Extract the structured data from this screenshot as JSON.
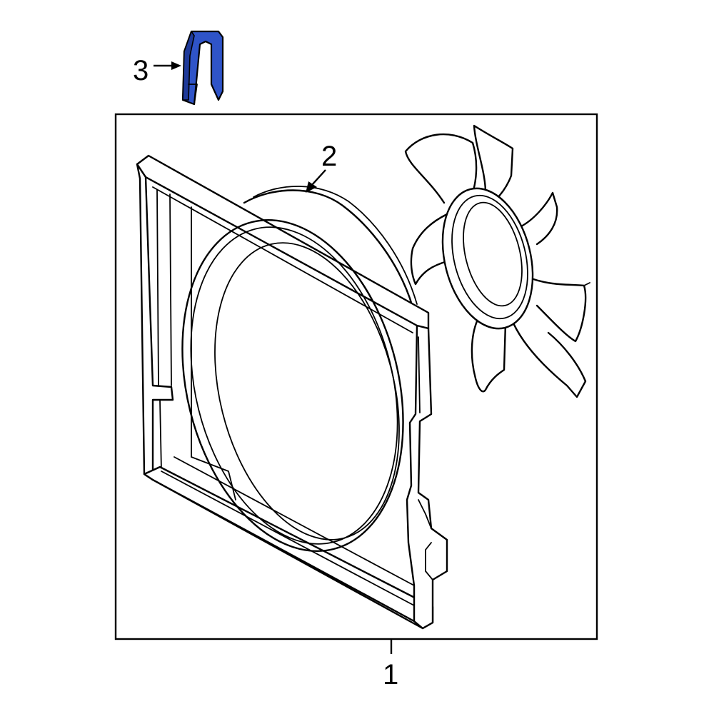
{
  "callouts": {
    "part1": "1",
    "part2": "2",
    "part3": "3"
  },
  "colors": {
    "line": "#000000",
    "background": "#ffffff",
    "highlight_part": "#2f54c8",
    "highlight_part_dark": "#1f3a9a"
  },
  "highlighted_part": "3"
}
